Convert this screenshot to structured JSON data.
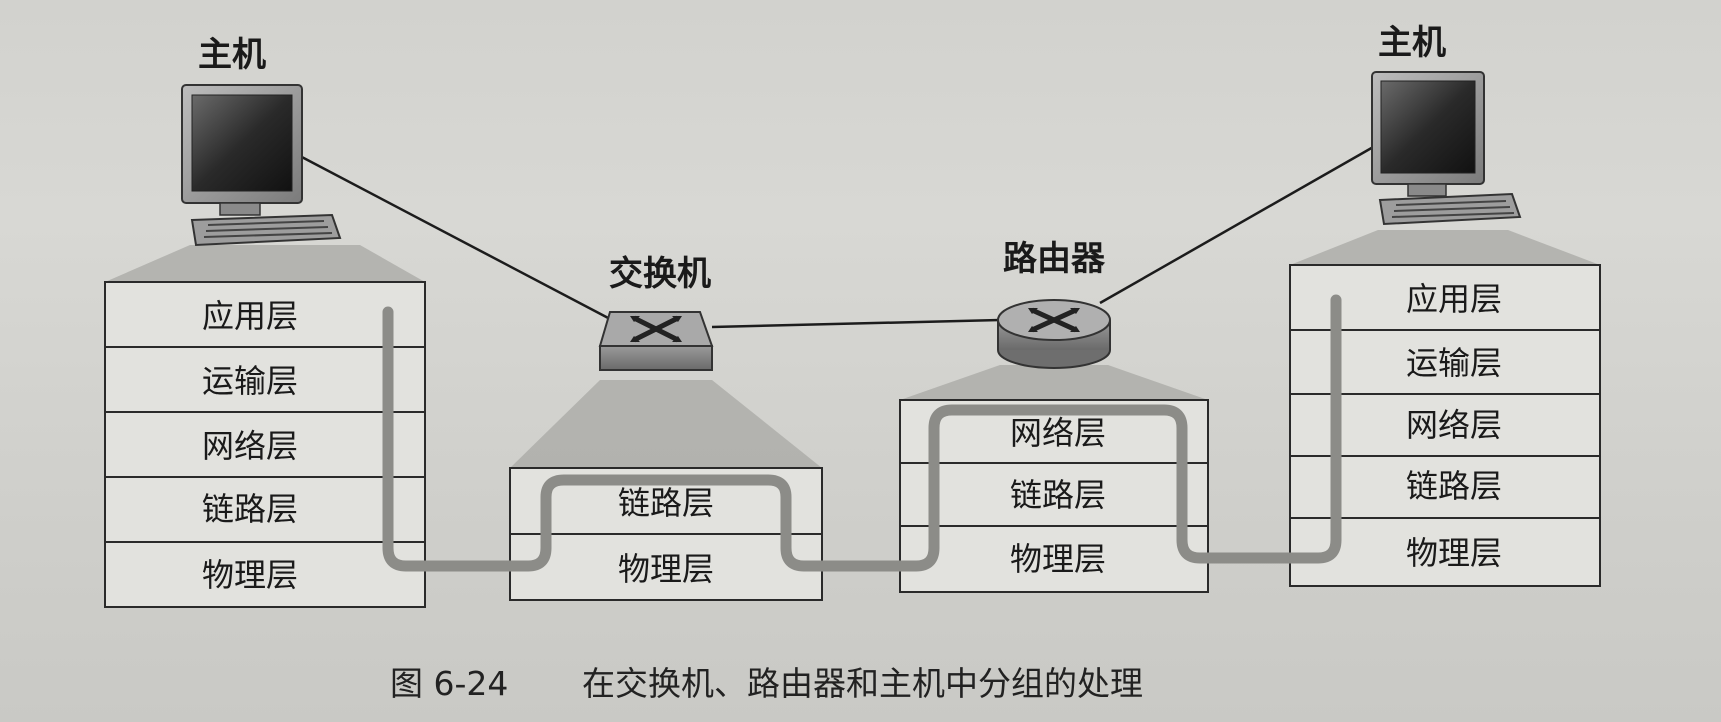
{
  "devices": {
    "host_left": {
      "label": "主机",
      "layers": [
        "应用层",
        "运输层",
        "网络层",
        "链路层",
        "物理层"
      ]
    },
    "switch": {
      "label": "交换机",
      "layers": [
        "链路层",
        "物理层"
      ]
    },
    "router": {
      "label": "路由器",
      "layers": [
        "网络层",
        "链路层",
        "物理层"
      ]
    },
    "host_right": {
      "label": "主机",
      "layers": [
        "应用层",
        "运输层",
        "网络层",
        "链路层",
        "物理层"
      ]
    }
  },
  "caption": {
    "number": "图 6-24",
    "text": "在交换机、路由器和主机中分组的处理"
  },
  "colors": {
    "background": "#d4d4d0",
    "layer_fill": "#e2e2de",
    "flow_path": "#8c8c88",
    "line": "#1c1c1c"
  },
  "icons": [
    "computer-icon",
    "switch-icon",
    "router-icon"
  ]
}
